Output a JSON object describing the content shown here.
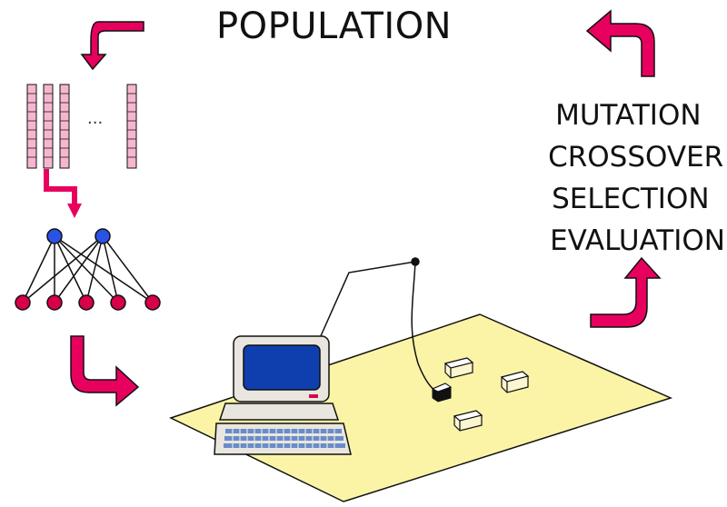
{
  "title": "POPULATION",
  "operators": [
    "MUTATION",
    "CROSSOVER",
    "SELECTION",
    "EVALUATION"
  ],
  "ellipsis": "...",
  "colors": {
    "arrow": "#e8005e",
    "arrow_outline": "#111111",
    "chromosome_cell": "#f7b6cf",
    "hidden_node": "#2a52e6",
    "output_node": "#d8004a",
    "arena_floor": "#fbf4a6",
    "monitor_screen": "#0f3fae",
    "computer_body": "#e8e6df"
  },
  "icons": [
    "curved-arrow-icon",
    "chromosome-strip-icon",
    "neural-network-icon",
    "computer-icon",
    "robot-icon",
    "block-icon"
  ]
}
